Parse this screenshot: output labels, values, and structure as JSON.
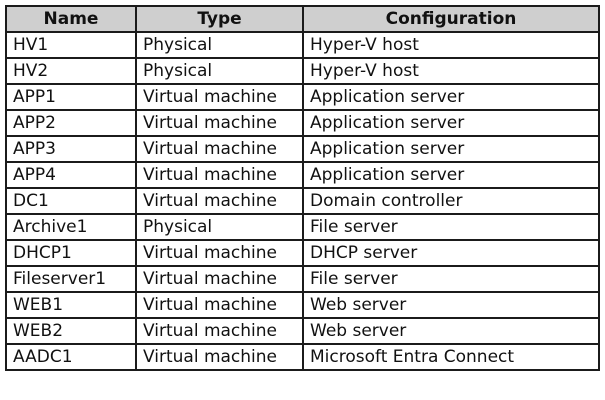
{
  "table": {
    "headers": [
      "Name",
      "Type",
      "Configuration"
    ],
    "rows": [
      [
        "HV1",
        "Physical",
        "Hyper-V host"
      ],
      [
        "HV2",
        "Physical",
        "Hyper-V host"
      ],
      [
        "APP1",
        "Virtual machine",
        "Application server"
      ],
      [
        "APP2",
        "Virtual machine",
        "Application server"
      ],
      [
        "APP3",
        "Virtual machine",
        "Application server"
      ],
      [
        "APP4",
        "Virtual machine",
        "Application server"
      ],
      [
        "DC1",
        "Virtual machine",
        "Domain controller"
      ],
      [
        "Archive1",
        "Physical",
        "File server"
      ],
      [
        "DHCP1",
        "Virtual machine",
        "DHCP server"
      ],
      [
        "Fileserver1",
        "Virtual machine",
        "File server"
      ],
      [
        "WEB1",
        "Virtual machine",
        "Web server"
      ],
      [
        "WEB2",
        "Virtual machine",
        "Web server"
      ],
      [
        "AADC1",
        "Virtual machine",
        "Microsoft Entra Connect"
      ]
    ]
  }
}
